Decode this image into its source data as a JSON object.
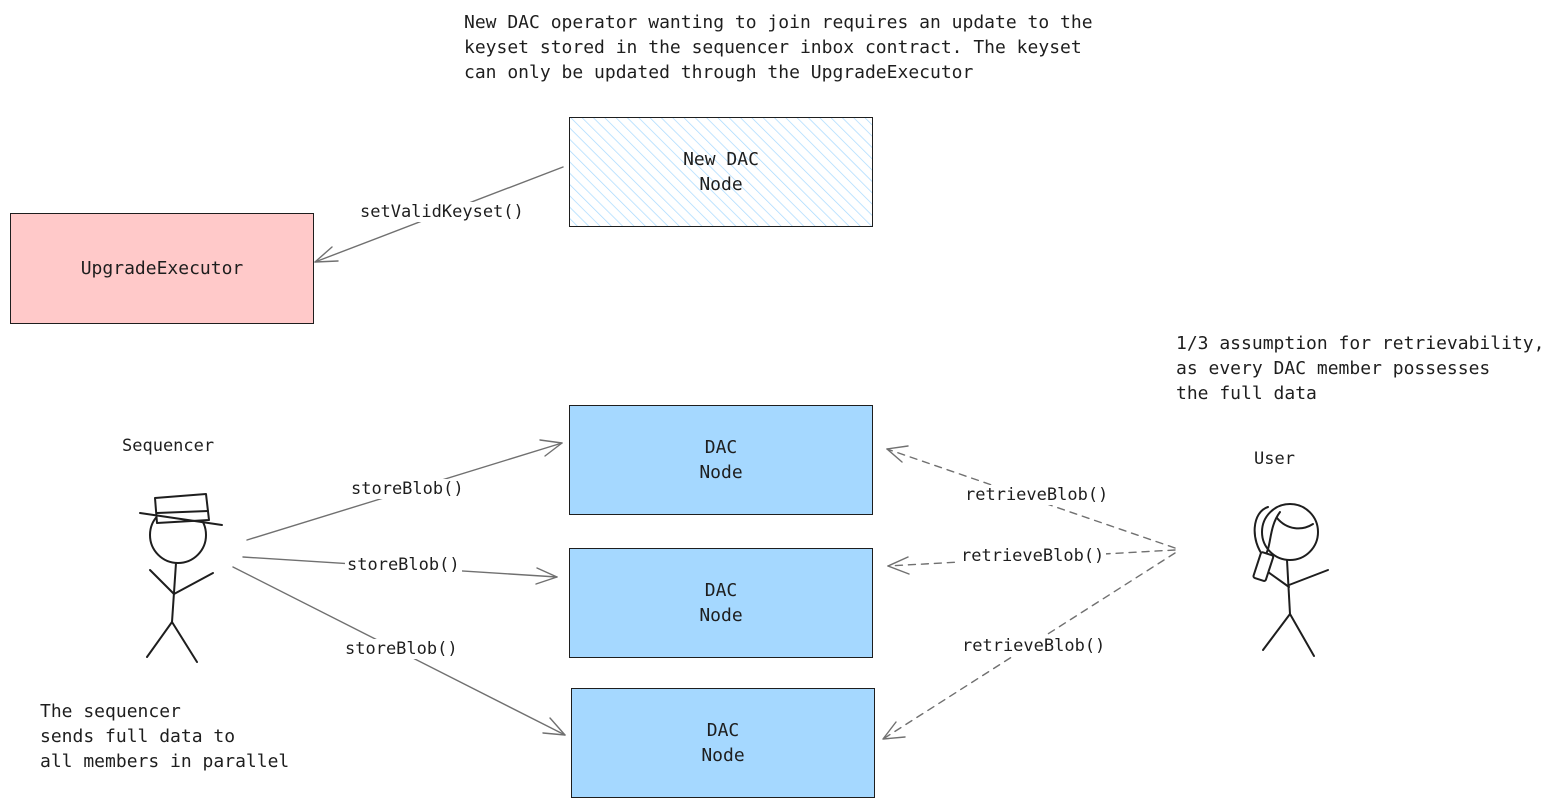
{
  "notes": {
    "top": "New DAC operator wanting to join requires an update to the\nkeyset stored in the sequencer inbox contract. The keyset\ncan only be updated through the UpgradeExecutor",
    "right": "1/3 assumption for retrievability,\nas every DAC member possesses\nthe full data",
    "bottom_left": "The sequencer\nsends full data to\nall members in parallel"
  },
  "boxes": {
    "new_dac_node": "New DAC\nNode",
    "upgrade_executor": "UpgradeExecutor",
    "dac_node_1": "DAC\nNode",
    "dac_node_2": "DAC\nNode",
    "dac_node_3": "DAC\nNode"
  },
  "actors": {
    "sequencer": "Sequencer",
    "user": "User"
  },
  "edges": {
    "set_valid_keyset": "setValidKeyset()",
    "store_blob_1": "storeBlob()",
    "store_blob_2": "storeBlob()",
    "store_blob_3": "storeBlob()",
    "retrieve_blob_1": "retrieveBlob()",
    "retrieve_blob_2": "retrieveBlob()",
    "retrieve_blob_3": "retrieveBlob()"
  },
  "colors": {
    "upgrade_executor_fill": "#ffc9c9",
    "dac_node_fill": "#a5d8ff",
    "new_dac_node_hatch": "#a5d8ff",
    "stroke": "#1e1e1e",
    "arrow": "#707070"
  }
}
